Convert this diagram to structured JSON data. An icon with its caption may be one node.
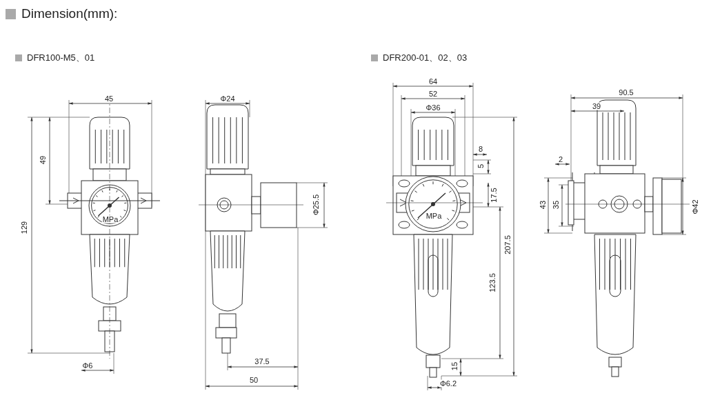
{
  "diagram": {
    "title": "Dimension(mm):",
    "labels": [
      "DFR100-M5、01",
      "DFR200-01、02、03",
      "45",
      "Φ24",
      "64",
      "52",
      "Φ36",
      "90.5",
      "39",
      "49",
      "8",
      "2",
      "5",
      "MPa",
      "Φ25.5",
      "17.5",
      "43",
      "35",
      "Φ42",
      "MPa",
      "129",
      "207.5",
      "123.5",
      "37.5",
      "15",
      "Φ6",
      "50",
      "Φ6.2"
    ]
  }
}
